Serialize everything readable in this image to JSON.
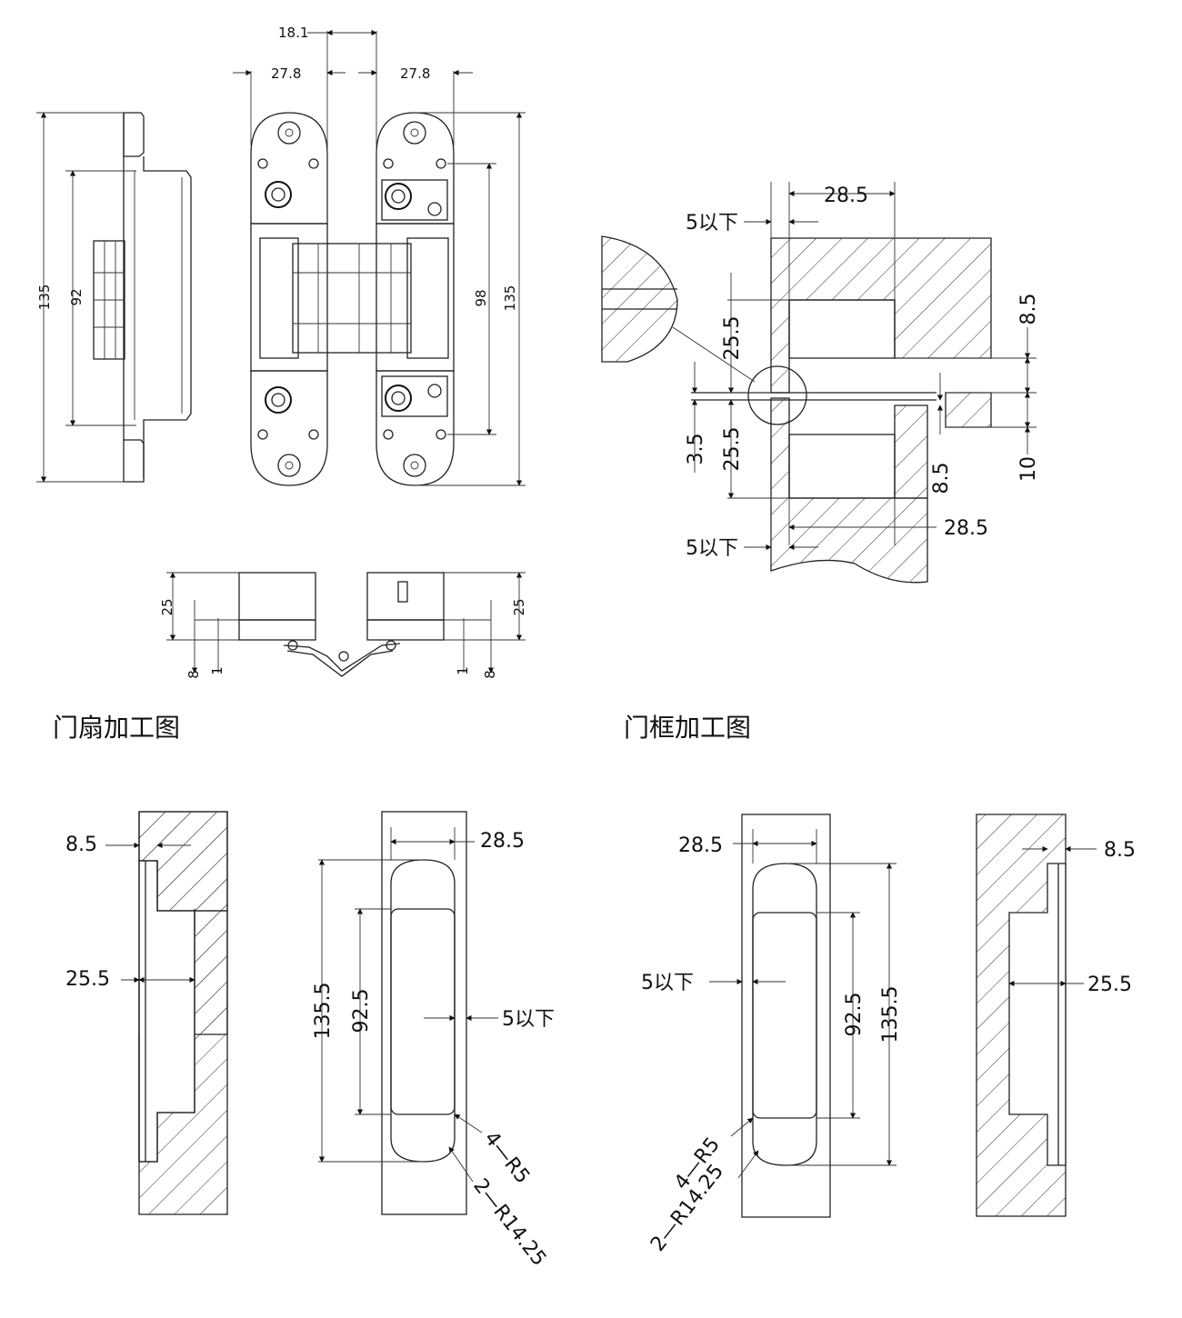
{
  "top_view": {
    "dim_18_1": "18.1",
    "dim_27_8_left": "27.8",
    "dim_27_8_right": "27.8",
    "dim_135_left": "135",
    "dim_92": "92",
    "dim_98": "98",
    "dim_135_right": "135"
  },
  "bottom_view": {
    "dim_25_left": "25",
    "dim_25_right": "25",
    "dim_8_left": "8",
    "dim_1_left": "1",
    "dim_1_right": "1",
    "dim_8_right": "8"
  },
  "section_view": {
    "dim_28_5_top": "28.5",
    "dim_5_below_top": "5以下",
    "dim_25_5_upper": "25.5",
    "dim_3_5": "3.5",
    "dim_25_5_lower": "25.5",
    "dim_8_5_right_top": "8.5",
    "dim_10": "10",
    "dim_8_5_right_mid": "8.5",
    "dim_28_5_bottom": "28.5",
    "dim_5_below_bottom": "5以下"
  },
  "titles": {
    "door_leaf": "门扇加工图",
    "door_frame": "门框加工图"
  },
  "door_leaf": {
    "dim_8_5": "8.5",
    "dim_25_5": "25.5",
    "dim_28_5": "28.5",
    "dim_135_5": "135.5",
    "dim_92_5": "92.5",
    "dim_5_below": "5以下",
    "r5": "4—R5",
    "r14": "2—R14.25"
  },
  "door_frame": {
    "dim_28_5": "28.5",
    "dim_5_below": "5以下",
    "dim_92_5": "92.5",
    "dim_135_5": "135.5",
    "r5": "4—R5",
    "r14": "2—R14.25",
    "dim_8_5": "8.5",
    "dim_25_5": "25.5"
  }
}
